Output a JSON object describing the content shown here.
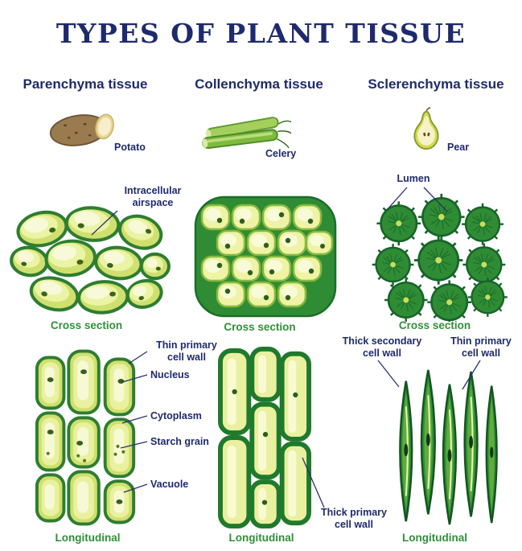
{
  "title": "TYPES OF PLANT TISSUE",
  "columns": {
    "parenchyma": {
      "heading": "Parenchyma tissue",
      "source": "Potato",
      "cross_caption": "Cross section",
      "long_caption": "Longitudinal",
      "labels": {
        "airspace": "Intracellular\nairspace",
        "thin_wall": "Thin primary\ncell wall",
        "nucleus": "Nucleus",
        "cytoplasm": "Cytoplasm",
        "starch": "Starch grain",
        "vacuole": "Vacuole"
      }
    },
    "collenchyma": {
      "heading": "Collenchyma tissue",
      "source": "Celery",
      "cross_caption": "Cross section",
      "long_caption": "Longitudinal",
      "labels": {
        "thick_wall": "Thick primary\ncell wall"
      }
    },
    "sclerenchyma": {
      "heading": "Sclerenchyma tissue",
      "source": "Pear",
      "cross_caption": "Cross section",
      "long_caption": "Longitudinal",
      "labels": {
        "lumen": "Lumen",
        "thick_secondary_wall": "Thick secondary\ncell wall",
        "thin_primary_wall": "Thin primary\ncell wall"
      }
    }
  },
  "colors": {
    "heading_navy": "#1e2a6d",
    "caption_green": "#2f9038",
    "leader_line_navy": "#2a316f",
    "cell_outline_green": "#2e7d32",
    "cell_fill_light": "#e9f1a0",
    "sclerenchyma_dark_green": "#2f8c34",
    "potato_brown": "#9a7b4f",
    "celery_green": "#7fba3f",
    "pear_yellow_green": "#d3d94b"
  }
}
